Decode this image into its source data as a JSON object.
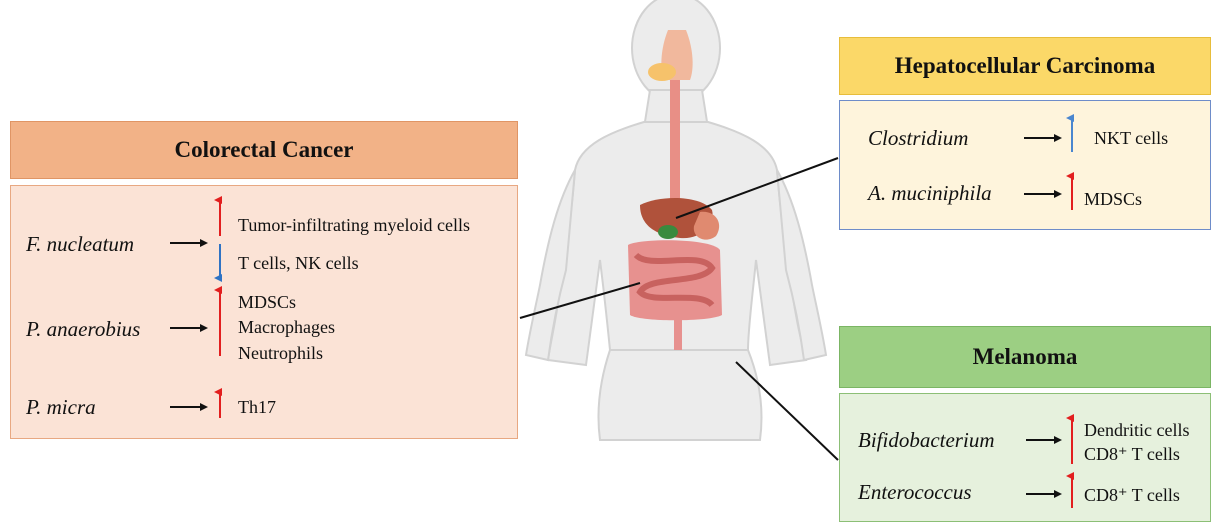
{
  "colors": {
    "up_arrow": "#e21f1f",
    "down_arrow": "#2f73c4",
    "up_arrow_blue": "#4a86cf",
    "crc_header": "#f2b287",
    "crc_body": "#fbe3d6",
    "hcc_header": "#fbd868",
    "hcc_body": "#fef4dc",
    "mel_header": "#9ccf83",
    "mel_body": "#e6f1dd"
  },
  "colorectal": {
    "title": "Colorectal Cancer",
    "rows": [
      {
        "bacterium": "F. nucleatum",
        "effects": [
          {
            "direction": "up",
            "text": "Tumor-infiltrating myeloid cells"
          },
          {
            "direction": "down",
            "text": "T cells, NK cells"
          }
        ]
      },
      {
        "bacterium": "P. anaerobius",
        "effects": [
          {
            "direction": "up",
            "text": "MDSCs"
          },
          {
            "direction": "",
            "text": "Macrophages"
          },
          {
            "direction": "",
            "text": "Neutrophils"
          }
        ]
      },
      {
        "bacterium": "P. micra",
        "effects": [
          {
            "direction": "up",
            "text": "Th17"
          }
        ]
      }
    ]
  },
  "hepatocellular": {
    "title": "Hepatocellular Carcinoma",
    "rows": [
      {
        "bacterium": "Clostridium",
        "effects": [
          {
            "direction": "up",
            "text": "NKT cells"
          }
        ]
      },
      {
        "bacterium": "A. muciniphila",
        "effects": [
          {
            "direction": "up",
            "text": "MDSCs"
          }
        ]
      }
    ]
  },
  "melanoma": {
    "title": "Melanoma",
    "rows": [
      {
        "bacterium": "Bifidobacterium",
        "effects": [
          {
            "direction": "up",
            "text": "Dendritic cells"
          },
          {
            "direction": "",
            "text": "CD8⁺ T cells"
          }
        ]
      },
      {
        "bacterium": "Enterococcus",
        "effects": [
          {
            "direction": "up",
            "text": "CD8⁺ T cells"
          }
        ]
      }
    ]
  }
}
